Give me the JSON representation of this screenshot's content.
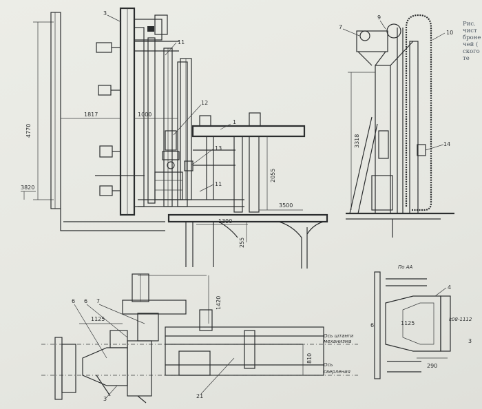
{
  "caption": {
    "lines": [
      "Рис.",
      "чист",
      "броне",
      "чей (",
      "ского",
      "те"
    ]
  },
  "dimensions": {
    "left_height": "4770",
    "left_level": "3820",
    "width_1817": "1817",
    "width_1000": "1000",
    "height_2055": "2055",
    "width_3500": "3500",
    "width_1390": "1390",
    "height_255": "255",
    "right_height": "3318",
    "bottom_height": "1420",
    "bottom_1125": "1125",
    "bottom_810": "810",
    "section_1125": "1125",
    "section_290": "290",
    "section_code": "k08-1112"
  },
  "labels": {
    "l3": "3",
    "l11a": "11",
    "l12": "12",
    "l1": "1",
    "l13": "13",
    "l11b": "11",
    "l7": "7",
    "l9": "9",
    "l10": "10",
    "l14": "14",
    "b6a": "6",
    "b6b": "6",
    "b7": "7",
    "b3": "3",
    "b21": "21",
    "s4": "4",
    "s6": "6",
    "s3": "3",
    "section_title": "По АА",
    "axis_top": "Ось штанги",
    "axis_top2": "механизма",
    "axis_bottom": "Ось",
    "axis_bottom2": "сверления"
  }
}
